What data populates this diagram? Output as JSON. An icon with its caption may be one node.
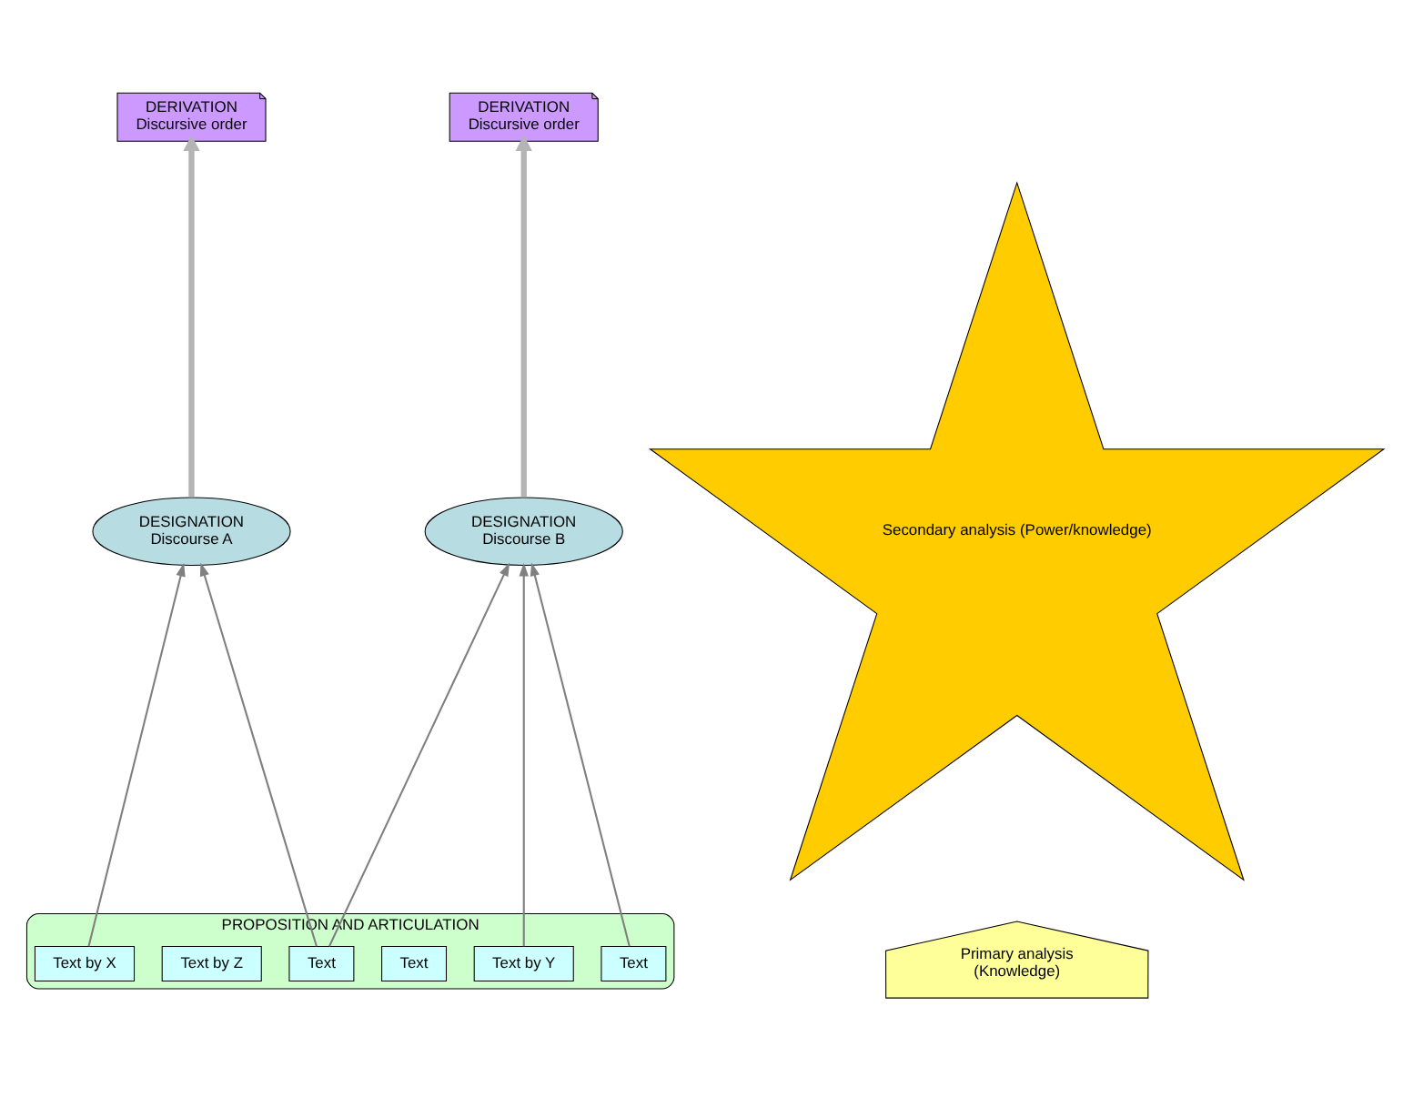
{
  "diagram": {
    "nodes": [
      {
        "text": [
          "DERIVATION",
          "Discursive order"
        ]
      },
      {
        "text": [
          "DERIVATION",
          "Discursive order"
        ]
      },
      {
        "text": [
          "Secondary analysis (Power/knowledge)"
        ]
      },
      {
        "text": [
          "DESIGNATION",
          "Discourse A"
        ]
      },
      {
        "text": [
          "DESIGNATION",
          "Discourse B"
        ]
      },
      {
        "text": [
          "Primary analysis",
          "(Knowledge)"
        ]
      },
      {
        "text": [
          "PROPOSITION AND ARTICULATION"
        ]
      },
      {
        "text": [
          "Text by X"
        ],
        "in": 6
      },
      {
        "text": [
          "Text"
        ],
        "in": 6
      },
      {
        "text": [
          "Text"
        ],
        "in": 6
      },
      {
        "text": [
          "Text"
        ],
        "in": 6
      },
      {
        "text": [
          "Text by Z"
        ],
        "in": 6
      },
      {
        "text": [
          "Text by Y"
        ],
        "in": 6
      }
    ],
    "edges": [
      {
        "from": 3,
        "to": 0,
        "arrow": "to",
        "style": "thick",
        "color": "#b4b4b4"
      },
      {
        "from": 4,
        "to": 1,
        "arrow": "to",
        "style": "thick",
        "color": "#b4b4b4"
      },
      {
        "from": 7,
        "to": 3,
        "arrow": "to"
      },
      {
        "from": 8,
        "to": 3,
        "arrow": "to"
      },
      {
        "from": 8,
        "to": 4,
        "arrow": "to"
      },
      {
        "from": 10,
        "to": 4,
        "arrow": "to"
      },
      {
        "from": 12,
        "to": 4,
        "arrow": "to"
      }
    ]
  }
}
